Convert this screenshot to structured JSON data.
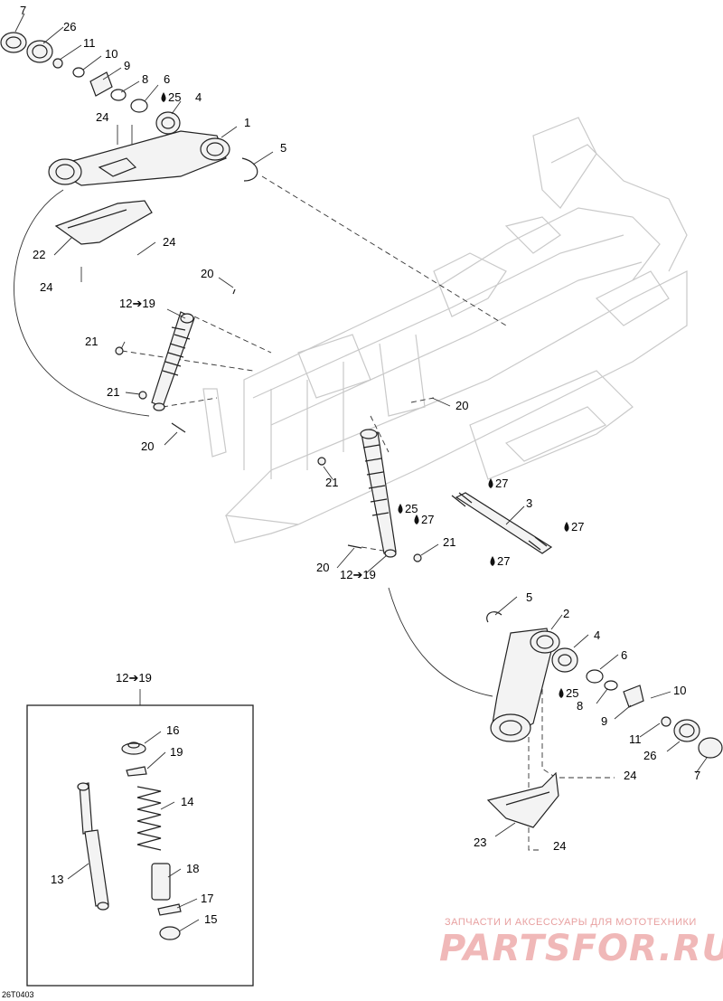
{
  "callouts": {
    "c1": "1",
    "c2": "2",
    "c3": "3",
    "c4a": "4",
    "c4b": "4",
    "c5a": "5",
    "c5b": "5",
    "c6a": "6",
    "c6b": "6",
    "c7a": "7",
    "c7b": "7",
    "c8a": "8",
    "c8b": "8",
    "c9a": "9",
    "c9b": "9",
    "c10a": "10",
    "c10b": "10",
    "c11a": "11",
    "c11b": "11",
    "c13": "13",
    "c14": "14",
    "c15": "15",
    "c16": "16",
    "c17": "17",
    "c18": "18",
    "c19": "19",
    "c20a": "20",
    "c20b": "20",
    "c20c": "20",
    "c20d": "20",
    "c21a": "21",
    "c21b": "21",
    "c21c": "21",
    "c21d": "21",
    "c22": "22",
    "c23": "23",
    "c24a": "24",
    "c24b": "24",
    "c24c": "24",
    "c24d": "24",
    "c24e": "24",
    "c25a": "25",
    "c25b": "25",
    "c25c": "25",
    "c26a": "26",
    "c26b": "26",
    "c27a": "27",
    "c27b": "27",
    "c27c": "27",
    "c27d": "27",
    "range_a": "12➔19",
    "range_b": "12➔19",
    "range_inset": "12➔19"
  },
  "watermark": {
    "tagline": "ЗАПЧАСТИ И АКСЕССУАРЫ ДЛЯ МОТОТЕХНИКИ",
    "brand": "PARTSFOR.RU"
  },
  "figure_code": "26T0403",
  "colors": {
    "line": "#222222",
    "frame": "#c9c9c9",
    "watermark": "#f0b8b8"
  }
}
